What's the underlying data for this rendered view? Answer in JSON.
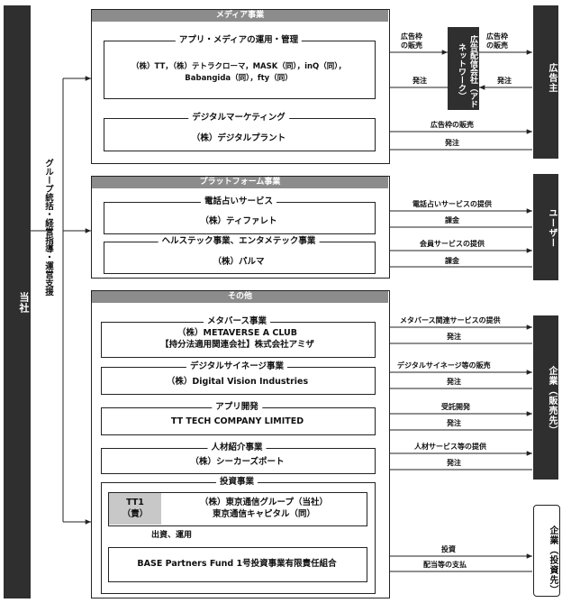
{
  "left_bar": {
    "label": "当社",
    "side_label": "グループ統括・経営指導・運営支援"
  },
  "right_bars": {
    "ad": "広告主",
    "user": "ユーザー",
    "corp": "企業（販売先）",
    "corp2": "企業（投資先）"
  },
  "media": {
    "header": "メディア事業",
    "app_title": "アプリ・メディアの運用・管理",
    "app_line1": "（株）TT，（株）テトラクローマ，MASK（同），inQ（同），",
    "app_line2": "Babangida（同），fty（同）",
    "digital_title": "デジタルマーケティング",
    "digital_line": "（株）デジタルプラント",
    "ad_network": "広告配信会社（アドネットワーク）",
    "flow_sell": "広告枠の販売",
    "flow_order": "発注"
  },
  "platform": {
    "header": "プラットフォーム事業",
    "phone_title": "電話占いサービス",
    "phone_line": "（株）ティファレト",
    "health_title": "ヘルステック事業、エンタメテック事業",
    "health_line": "（株）パルマ",
    "flow_phone": "電話占いサービスの提供",
    "flow_bill": "課金",
    "flow_member": "会員サービスの提供"
  },
  "other": {
    "header": "その他",
    "meta_title": "メタバース事業",
    "meta_line1": "（株）METAVERSE A CLUB",
    "meta_line2": "【持分法適用関連会社】株式会社アミザ",
    "signage_title": "デジタルサイネージ事業",
    "signage_line": "（株）Digital Vision Industries",
    "appdev_title": "アプリ開発",
    "appdev_line": "TT TECH COMPANY LIMITED",
    "hr_title": "人材紹介事業",
    "hr_line": "（株）シーカーズポート",
    "invest_title": "投資事業",
    "tt1_line1": "TT1",
    "tt1_line2": "（責）",
    "invest_line1": "（株）東京通信グループ（当社）",
    "invest_line2": "東京通信キャピタル（同）",
    "invest_flow": "出資、運用",
    "fund_line": "BASE Partners Fund 1号投資事業有限責任組合",
    "flow_meta": "メタバース関連サービスの提供",
    "flow_order": "発注",
    "flow_signage": "デジタルサイネージ等の販売",
    "flow_contract": "受託開発",
    "flow_hr": "人材サービス等の提供",
    "flow_invest": "投資",
    "flow_dividend": "配当等の支払"
  }
}
